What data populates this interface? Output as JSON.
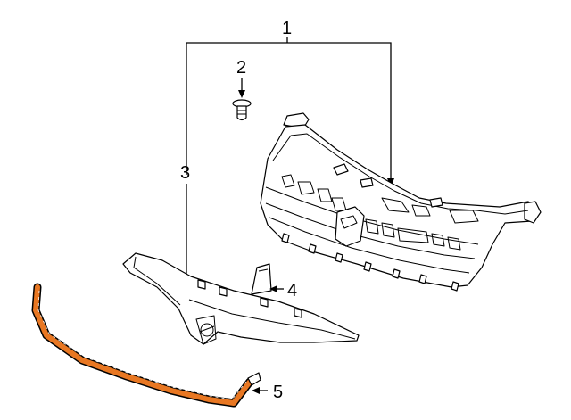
{
  "callouts": {
    "grille_assembly": "1",
    "retainer": "2",
    "upper_molding": "3",
    "emblem_plate": "4",
    "lower_trim_strip": "5"
  },
  "colors": {
    "line": "#000000",
    "background": "#ffffff",
    "highlight": "#e87722"
  }
}
